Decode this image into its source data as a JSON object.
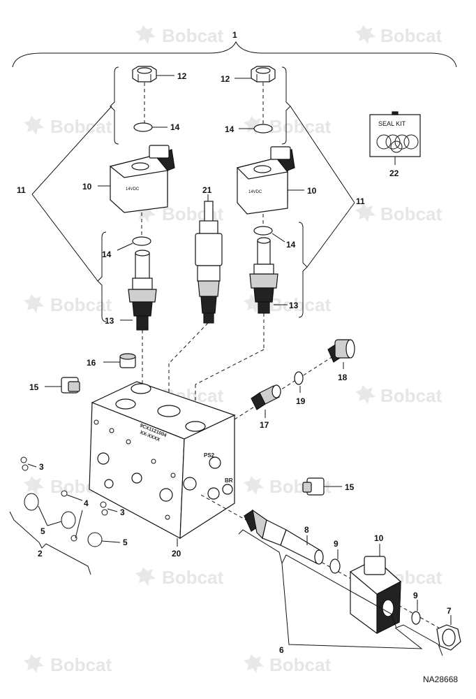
{
  "watermark": {
    "text": "Bobcat"
  },
  "callouts": {
    "c1": "1",
    "c2": "2",
    "c3a": "3",
    "c3b": "3",
    "c4": "4",
    "c5a": "5",
    "c5b": "5",
    "c6": "6",
    "c7": "7",
    "c8": "8",
    "c9a": "9",
    "c9b": "9",
    "c10a": "10",
    "c10b": "10",
    "c10c": "10",
    "c11a": "11",
    "c11b": "11",
    "c12a": "12",
    "c12b": "12",
    "c13a": "13",
    "c13b": "13",
    "c14a": "14",
    "c14b": "14",
    "c14c": "14",
    "c14d": "14",
    "c15a": "15",
    "c15b": "15",
    "c16": "16",
    "c17": "17",
    "c18": "18",
    "c19": "19",
    "c20": "20",
    "c21": "21",
    "c22": "22"
  },
  "seal_kit": {
    "label": "SEAL KIT"
  },
  "coil_label": "14VDC",
  "block": {
    "stamp_line1": "9CX1121004",
    "stamp_line2": "XX-XXXX",
    "port_ps2": "PS2",
    "port_br": "BR"
  },
  "document_number": "NA28668"
}
